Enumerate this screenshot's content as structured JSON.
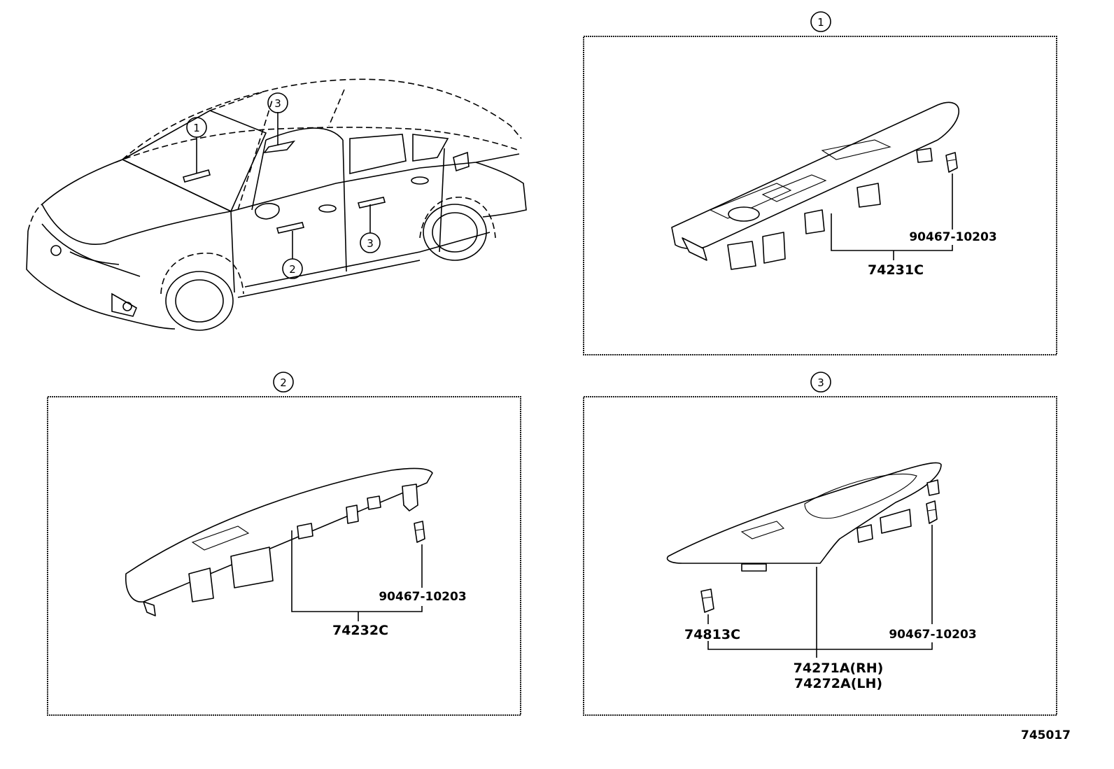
{
  "diagram": {
    "id": "745017",
    "overview": {
      "callouts": [
        {
          "n": "1"
        },
        {
          "n": "2"
        },
        {
          "n": "3"
        },
        {
          "n": "3"
        }
      ]
    },
    "panels": [
      {
        "callout": "1",
        "parts": [
          "90467-10203",
          "74231C"
        ]
      },
      {
        "callout": "2",
        "parts": [
          "90467-10203",
          "74232C"
        ]
      },
      {
        "callout": "3",
        "parts": [
          "74813C",
          "90467-10203",
          "74271A(RH)",
          "74272A(LH)"
        ]
      }
    ]
  }
}
